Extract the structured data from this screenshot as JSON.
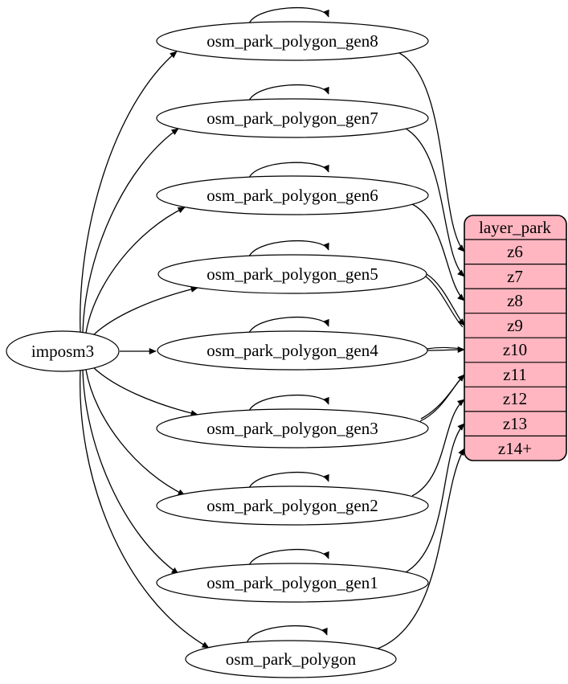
{
  "diagram": {
    "kind": "etl-graph",
    "source": {
      "label": "imposm3"
    },
    "tables": [
      {
        "id": "gen8",
        "label": "osm_park_polygon_gen8",
        "maps_to": "z6"
      },
      {
        "id": "gen7",
        "label": "osm_park_polygon_gen7",
        "maps_to": "z7"
      },
      {
        "id": "gen6",
        "label": "osm_park_polygon_gen6",
        "maps_to": "z8"
      },
      {
        "id": "gen5",
        "label": "osm_park_polygon_gen5",
        "maps_to": "z9"
      },
      {
        "id": "gen4",
        "label": "osm_park_polygon_gen4",
        "maps_to": "z10"
      },
      {
        "id": "gen3",
        "label": "osm_park_polygon_gen3",
        "maps_to": "z11"
      },
      {
        "id": "gen2",
        "label": "osm_park_polygon_gen2",
        "maps_to": "z12"
      },
      {
        "id": "gen1",
        "label": "osm_park_polygon_gen1",
        "maps_to": "z13"
      },
      {
        "id": "base",
        "label": "osm_park_polygon",
        "maps_to": "z14+"
      }
    ],
    "layer": {
      "title": "layer_park",
      "rows": [
        "z6",
        "z7",
        "z8",
        "z9",
        "z10",
        "z11",
        "z12",
        "z13",
        "z14+"
      ]
    },
    "colors": {
      "layer_fill": "#ffb6c1",
      "node_fill": "#ffffff",
      "stroke": "#000000"
    }
  }
}
